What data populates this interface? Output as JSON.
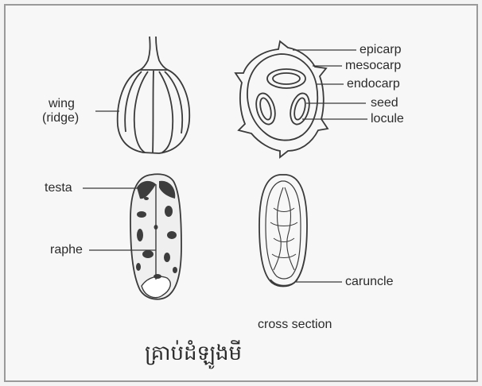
{
  "labels": {
    "wing": "wing",
    "ridge": "(ridge)",
    "epicarp": "epicarp",
    "mesocarp": "mesocarp",
    "endocarp": "endocarp",
    "seed": "seed",
    "locule": "locule",
    "testa": "testa",
    "raphe": "raphe",
    "caruncle": "caruncle",
    "cross_section": "cross section"
  },
  "caption": "គ្រាប់ដំឡូងមី"
}
